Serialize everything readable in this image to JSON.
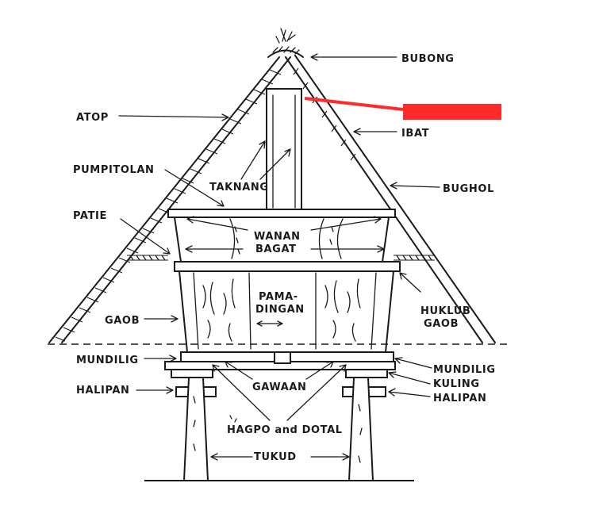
{
  "labels": {
    "bubong": "BUBONG",
    "atop": "ATOP",
    "ibat": "IBAT",
    "pumpitolan": "PUMPITOLAN",
    "taknang": "TAKNANG",
    "bughol": "BUGHOL",
    "patie": "PATIE",
    "wanan": "WANAN",
    "bagat": "BAGAT",
    "pama": "PAMA-",
    "dingan": "DINGAN",
    "gaob_left": "GAOB",
    "huklub": "HUKLUB",
    "gaob_right": "GAOB",
    "mundilig_left": "MUNDILIG",
    "mundilig_right": "MUNDILIG",
    "gawaan": "GAWAAN",
    "kulling": "KULING",
    "halipan_left": "HALIPAN",
    "halipan_right": "HALIPAN",
    "hagpo_dotal": "HAGPO and DOTAL",
    "tukud": "TUKUD"
  },
  "redaction_color": "#ff2a2a",
  "ink_color": "#1a1a1a"
}
